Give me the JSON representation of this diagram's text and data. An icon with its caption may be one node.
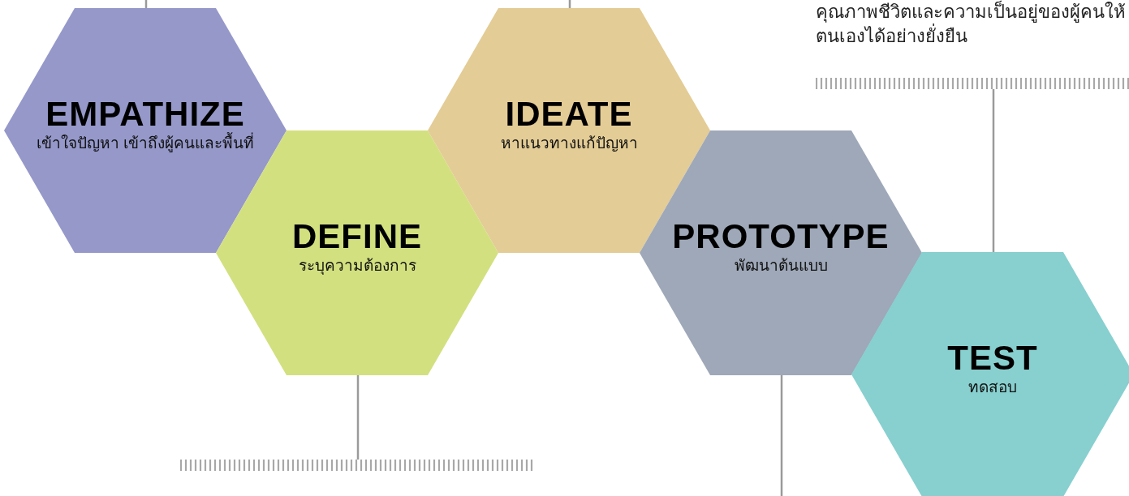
{
  "diagram": {
    "nodes": [
      {
        "text": [
          "EMPATHIZE",
          "เข้าใจปัญหา เข้าถึงผู้คนและพื้นที่"
        ]
      },
      {
        "text": [
          "DEFINE",
          "ระบุความต้องการ"
        ]
      },
      {
        "text": [
          "IDEATE",
          "หาแนวทางแก้ปัญหา"
        ]
      },
      {
        "text": [
          "PROTOTYPE",
          "พัฒนาต้นแบบ"
        ]
      },
      {
        "text": [
          "TEST",
          "ทดสอบ"
        ]
      },
      {
        "text": [],
        "shape": "bar"
      },
      {
        "text": [],
        "shape": "bar"
      }
    ],
    "edges": [
      {
        "from": 0,
        "to": null,
        "arrow": "none"
      },
      {
        "from": 2,
        "to": null,
        "arrow": "none"
      },
      {
        "from": 4,
        "to": 5,
        "arrow": "none"
      },
      {
        "from": 1,
        "to": 6,
        "arrow": "none"
      },
      {
        "from": 3,
        "to": null,
        "arrow": "none"
      }
    ],
    "labels": [
      "คุณภาพชีวิตและความเป็นอยู่ของผู้คนให้",
      "ตนเองได้อย่างยั่งยืน"
    ]
  }
}
